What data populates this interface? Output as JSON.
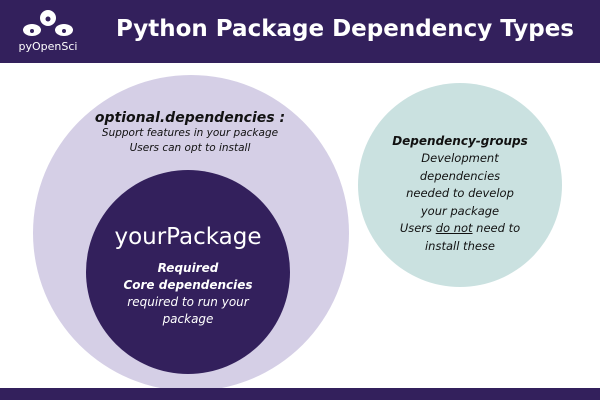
{
  "header": {
    "title": "Python Package Dependency Types",
    "logo_text": "pyOpenSci"
  },
  "colors": {
    "header": "#33205c",
    "optional_circle": "#d5cfe6",
    "core_circle": "#33205c",
    "groups_circle": "#cae1e0"
  },
  "optional": {
    "heading": "optional.dependencies :",
    "lines": [
      "Support features in your package",
      "Users can opt to install"
    ]
  },
  "core": {
    "package_name": "yourPackage",
    "bold_lines": [
      "Required",
      "Core dependencies"
    ],
    "lines": [
      "required to run your",
      "package"
    ]
  },
  "groups": {
    "heading": "Dependency-groups",
    "lines": [
      "Development",
      "dependencies",
      "needed to develop",
      "your package"
    ],
    "last_prefix": "Users ",
    "last_underlined": "do not",
    "last_suffix": " need to",
    "final_line": "install these"
  }
}
